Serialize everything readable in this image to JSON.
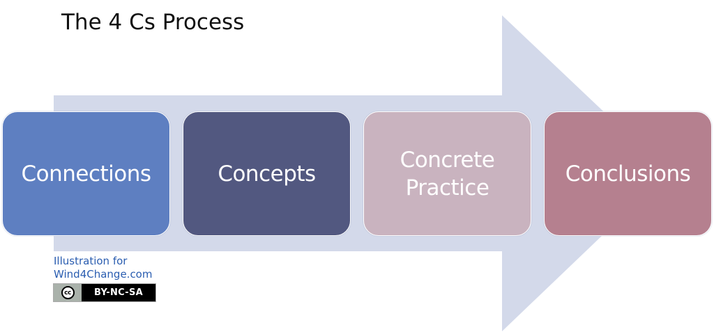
{
  "diagram": {
    "title": "The 4 Cs Process",
    "steps": [
      {
        "label": "Connections",
        "color": "#5e7fc1"
      },
      {
        "label": "Concepts",
        "color": "#525880"
      },
      {
        "label": "Concrete\nPractice",
        "color": "#c9b3bf"
      },
      {
        "label": "Conclusions",
        "color": "#b5808f"
      }
    ],
    "arrow_color": "#d3d9ea"
  },
  "credit": {
    "line1": "Illustration for",
    "line2": "Wind4Change.com",
    "license_icon": "cc",
    "license_icon_name": "creative-commons-icon",
    "license_label": "BY-NC-SA"
  }
}
